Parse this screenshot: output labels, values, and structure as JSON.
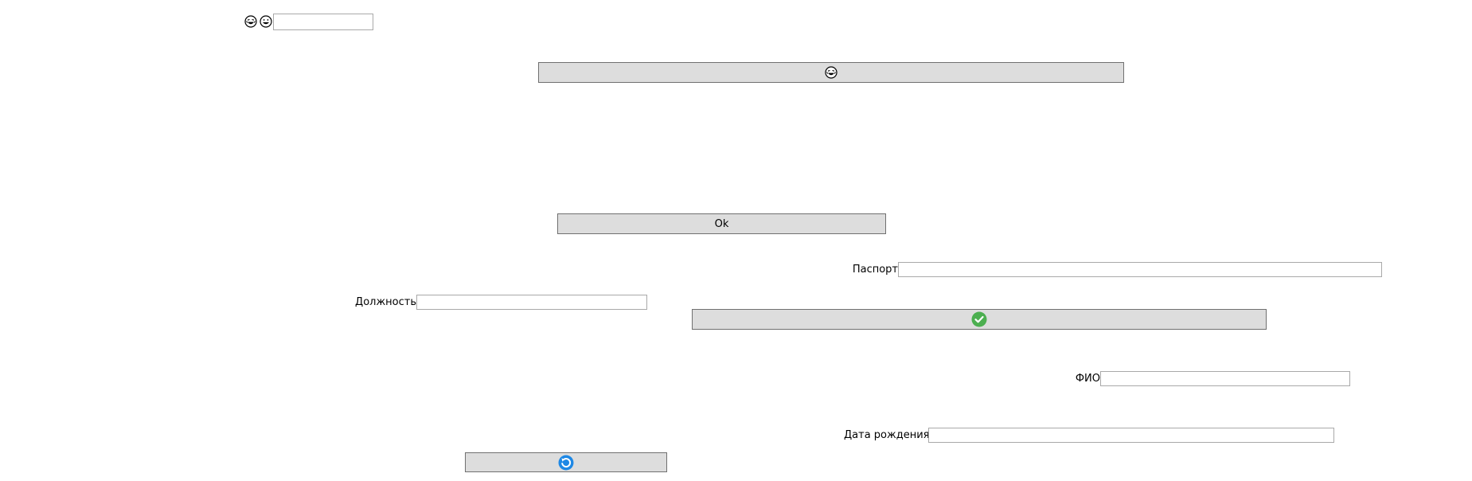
{
  "top_bar": {
    "icons": [
      "laughing-face-icon",
      "grinning-face-icon"
    ],
    "input_value": ""
  },
  "buttons": {
    "emoji_button": {
      "icon": "laughing-face-icon"
    },
    "ok_button": {
      "label": "Ok"
    },
    "check_button": {
      "icon": "check-circle-icon",
      "color": "#4caf50"
    },
    "refresh_button": {
      "icon": "refresh-icon",
      "color": "#1e88e5"
    }
  },
  "fields": {
    "passport": {
      "label": "Паспорт",
      "value": ""
    },
    "position": {
      "label": "Должность",
      "value": ""
    },
    "full_name": {
      "label": "ФИО",
      "value": ""
    },
    "birth_date": {
      "label": "Дата рождения",
      "value": ""
    }
  }
}
